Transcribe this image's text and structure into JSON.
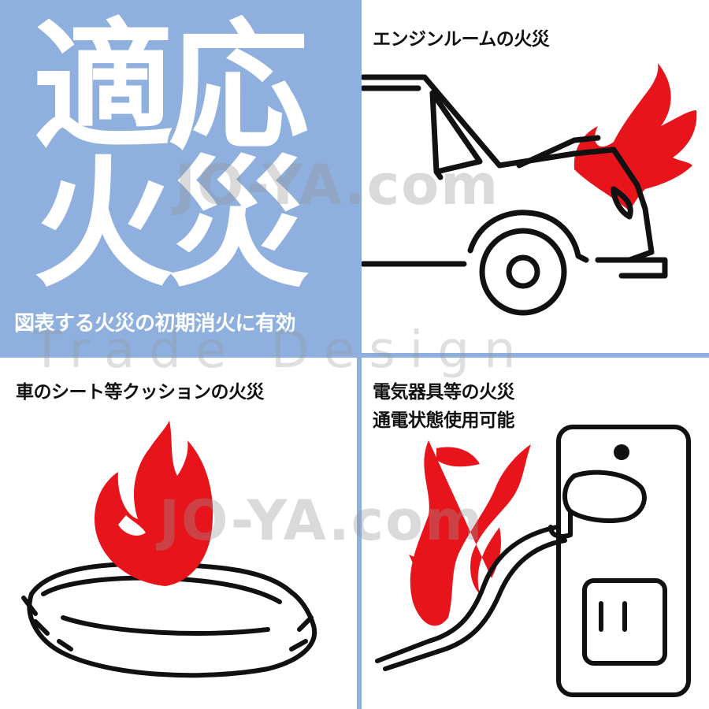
{
  "headline": {
    "line1": "適応",
    "line2": "火災"
  },
  "subtitle": "図表する火災の初期消火に有効",
  "panels": {
    "engine": {
      "caption": "エンジンルームの火災"
    },
    "seat": {
      "caption": "車のシート等クッションの火災"
    },
    "electric": {
      "caption_line1": "電気器具等の火災",
      "caption_line2": "通電状態使用可能"
    }
  },
  "watermark": {
    "line1": "JO-YA.com",
    "line2": "Trade Design",
    "line3": "JO-YA.com"
  },
  "colors": {
    "accent_blue": "#8fb0de",
    "flame_red": "#e8141b",
    "line_black": "#111111"
  },
  "icons": [
    "car-icon",
    "flame-icon",
    "cushion-icon",
    "power-outlet-icon",
    "plug-icon"
  ]
}
